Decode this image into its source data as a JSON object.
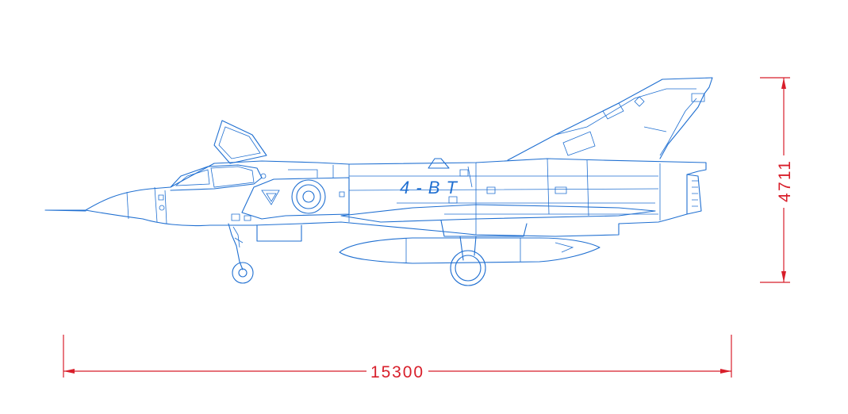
{
  "drawing": {
    "length_label": "15300",
    "height_label": "4711",
    "tail_code": "4-BT",
    "line_color": "#1f6fd1",
    "dimension_color": "#d81e2a"
  }
}
